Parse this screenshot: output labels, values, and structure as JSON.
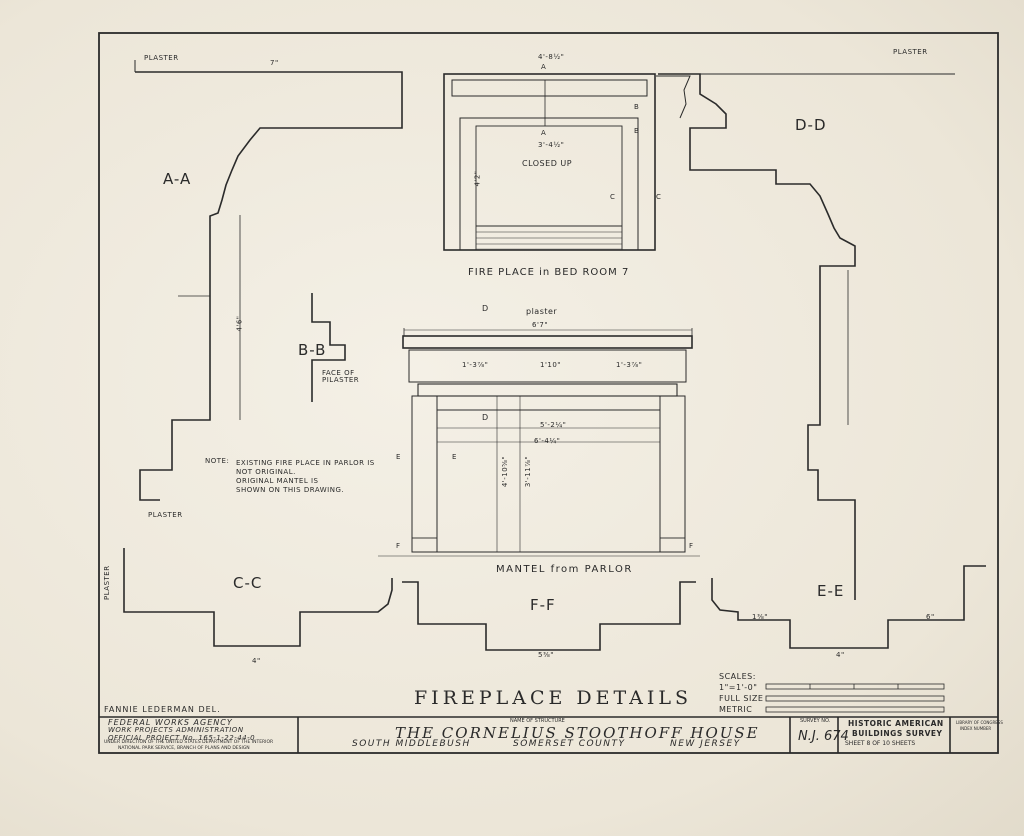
{
  "sections": {
    "aa": "A-A",
    "bb": "B-B",
    "cc": "C-C",
    "dd": "D-D",
    "ee": "E-E",
    "ff": "F-F"
  },
  "labels": {
    "plaster_tl": "PLASTER",
    "plaster_tr": "PLASTER",
    "plaster_aa": "PLASTER",
    "plaster_cc": "PLASTER",
    "plaster_mantel": "plaster",
    "face_of_pilaster": "FACE OF PILASTER",
    "closed_up": "CLOSED UP",
    "bedroom_caption": "FIRE PLACE in BED ROOM 7",
    "mantel_caption": "MANTEL from PARLOR",
    "note_head": "NOTE:",
    "note_1": "EXISTING FIRE PLACE IN PARLOR IS",
    "note_2": "NOT ORIGINAL.",
    "note_3": "ORIGINAL MANTEL IS",
    "note_4": "SHOWN ON THIS DRAWING."
  },
  "dims": {
    "aa_top": "7\"",
    "aa_side": "4'6\"",
    "bed_width": "4'-8½\"",
    "bed_inner": "3'-4½\"",
    "bed_left": "4'2\"",
    "mantel_width": "6'7\"",
    "mantel_a": "1'-3⅞\"",
    "mantel_b": "1'10\"",
    "mantel_c": "1'-3⅞\"",
    "mantel_d": "5'-2¼\"",
    "mantel_e": "6'-4¼\"",
    "mantel_h1": "4'-10⅝\"",
    "mantel_h2": "3'-11⅞\"",
    "cc_bottom": "4\"",
    "ff_bottom": "5⅜\"",
    "ee_bottom": "4\"",
    "ee_left": "1⅜\"",
    "ee_right": "6\""
  },
  "markers": {
    "a": "A",
    "b": "B",
    "c": "C",
    "d": "D",
    "e": "E",
    "f": "F"
  },
  "drawing_title": "FIREPLACE DETAILS",
  "delineator": "FANNIE LEDERMAN DEL.",
  "scales": {
    "head": "SCALES:",
    "s1": "1\"=1'-0\"",
    "s2": "FULL SIZE",
    "s3": "METRIC"
  },
  "title_block": {
    "agency_1": "FEDERAL WORKS AGENCY",
    "agency_2": "WORK PROJECTS ADMINISTRATION",
    "agency_3": "OFFICIAL PROJECT No. 165-1-22-44-0",
    "direction_1": "UNDER DIRECTION OF THE UNITED STATES DEPARTMENT OF THE INTERIOR",
    "direction_2": "NATIONAL PARK SERVICE, BRANCH OF PLANS AND DESIGN",
    "name_label": "NAME OF STRUCTURE",
    "structure": "THE CORNELIUS STOOTHOFF HOUSE",
    "location_1": "SOUTH MIDDLEBUSH",
    "location_2": "SOMERSET COUNTY",
    "location_3": "NEW JERSEY",
    "survey_label": "SURVEY NO.",
    "survey_no": "N.J. 674",
    "habs_1": "HISTORIC AMERICAN",
    "habs_2": "BUILDINGS SURVEY",
    "sheet": "SHEET 8 OF 10 SHEETS",
    "loc_1": "LIBRARY OF CONGRESS",
    "loc_2": "INDEX NUMBER"
  }
}
